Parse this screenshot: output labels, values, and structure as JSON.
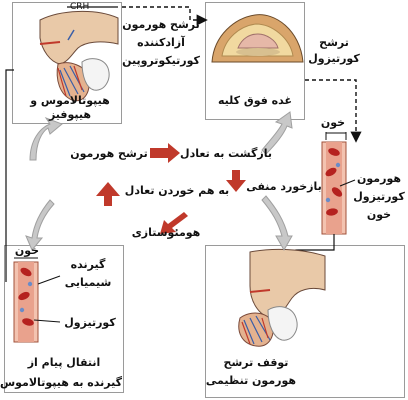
{
  "labels": {
    "crh": "CRH",
    "hypo_line1": "هیپوتالاموس و",
    "hypo_line2": "هیپوفیز",
    "acth_line1": "ترشح هورمون",
    "acth_line2": "آزادکننده",
    "acth_line3": "کورتیکوتروپین",
    "adrenal": "غده فوق کلیه",
    "cortisol_secretion_line1": "ترشح",
    "cortisol_secretion_line2": "کورتیزول",
    "blood_top": "خون",
    "cortisol_hormone_line1": "هورمون",
    "cortisol_hormone_line2": "کورتیزول",
    "cortisol_hormone_line3": "خون",
    "hormone_secretion": "ترشح هورمون",
    "return_balance": "بازگشت به تعادل",
    "negative_feedback": "بازخورد منفی",
    "disturb_balance": "به هم خوردن تعادل",
    "homeostasis": "هومئوستازی",
    "blood_bottom": "خون",
    "receptor_line1": "گیرنده",
    "receptor_line2": "شیمیایی",
    "cortisol": "کورتیزول",
    "message_line1": "انتقال پیام از",
    "message_line2": "گیرنده به هیپوتالاموس",
    "stop_line1": "توقف ترشح",
    "stop_line2": "هورمون تنظیمی"
  },
  "colors": {
    "red_arrow": "#c0392b",
    "gray_arrow": "#b0b0b0",
    "vessel": "#e8a08a",
    "blood_cell": "#b5221f",
    "adrenal_yellow": "#f1d9a0"
  }
}
